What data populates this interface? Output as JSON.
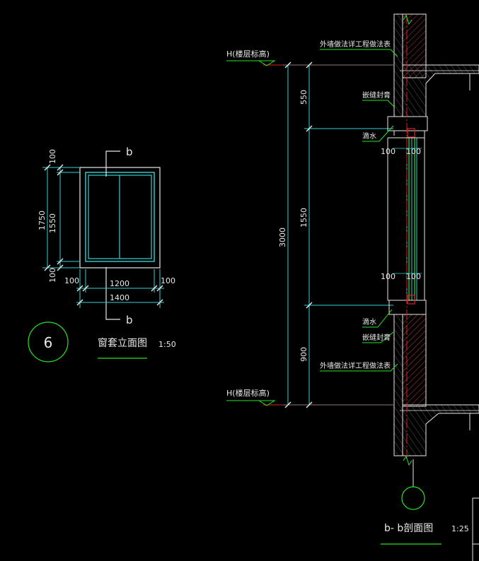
{
  "elevation": {
    "section_mark_top": "b",
    "section_mark_bottom": "b",
    "dim_left": {
      "top": "100",
      "middle": "1550",
      "bottom": "100",
      "total": "1750"
    },
    "dim_bottom": {
      "left": "100",
      "middle": "1200",
      "right": "100",
      "total": "1400"
    },
    "detail_number": "6",
    "title": "窗套立面图",
    "scale": "1:50"
  },
  "section": {
    "level_top": "H(楼层标高)",
    "level_bottom": "H(楼层标高)",
    "notes": {
      "wall_top": "外墙做法详工程做法表",
      "seal_top": "嵌缝封膏",
      "drip_top": "滴水",
      "drip_bottom": "滴水",
      "seal_bottom": "嵌缝封膏",
      "wall_bottom": "外墙做法详工程做法表"
    },
    "dims": {
      "total": "3000",
      "upper": "550",
      "window": "1550",
      "lower": "900",
      "frame_top_left": "100",
      "frame_top_right": "100",
      "frame_bot_left": "100",
      "frame_bot_right": "100"
    },
    "title": "b- b剖面图",
    "scale": "1:25"
  },
  "colors": {
    "white": "#e8e8e8",
    "cyan": "#39d0d0",
    "green": "#27e327",
    "red": "#e02020",
    "hatch": "#b34040"
  }
}
